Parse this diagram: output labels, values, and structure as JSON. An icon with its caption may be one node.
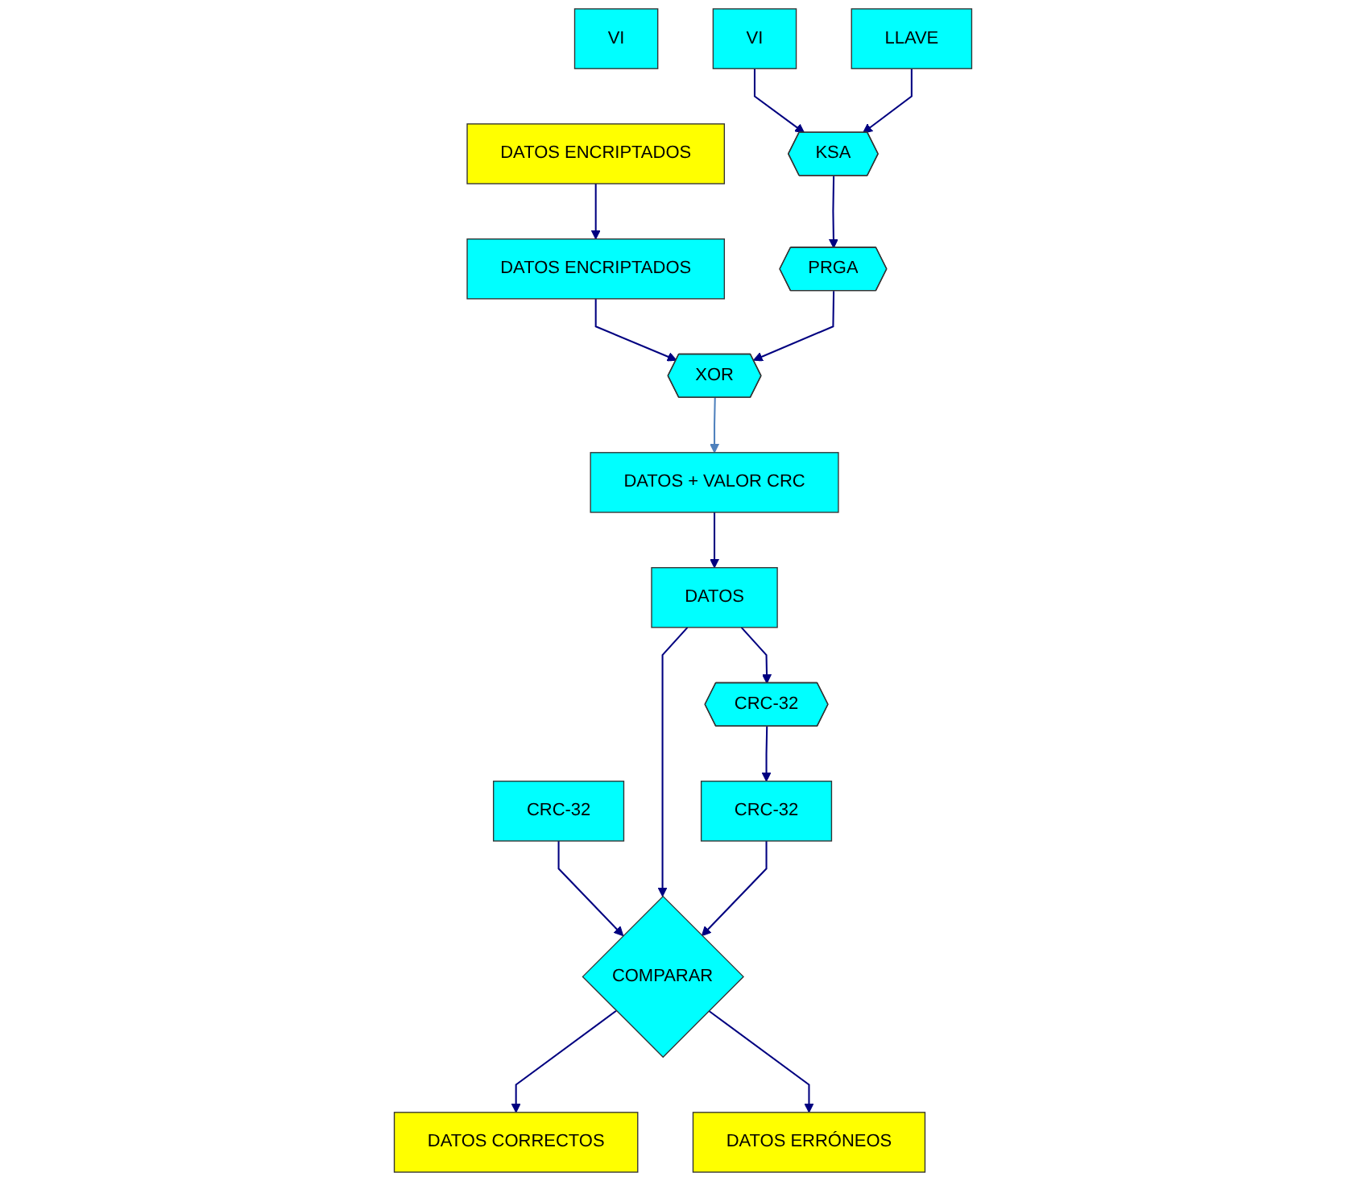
{
  "diagram": {
    "nodes": [
      {
        "text": [
          "VI"
        ]
      },
      {
        "text": [
          "DATOS ENCRIPTADOS"
        ]
      },
      {
        "text": [
          "VI"
        ]
      },
      {
        "text": [
          "LLAVE"
        ]
      },
      {
        "text": [
          "DATOS ENCRIPTADOS"
        ]
      },
      {
        "text": [
          "KSA"
        ]
      },
      {
        "text": [
          "PRGA"
        ]
      },
      {
        "text": [
          "XOR"
        ]
      },
      {
        "text": [
          "DATOS + VALOR CRC"
        ]
      },
      {
        "text": [
          "CRC-32"
        ]
      },
      {
        "text": [
          "DATOS CORRECTOS"
        ]
      },
      {
        "text": [
          "DATOS"
        ]
      },
      {
        "text": [
          "COMPARAR"
        ]
      },
      {
        "text": [
          "CRC-32"
        ]
      },
      {
        "text": [
          "CRC-32"
        ]
      },
      {
        "text": [
          "DATOS ERRÓNEOS"
        ]
      }
    ],
    "edges": [
      {
        "from": 1,
        "to": 4,
        "arrow": "to"
      },
      {
        "from": 2,
        "to": 5,
        "arrow": "to"
      },
      {
        "from": 3,
        "to": 5,
        "arrow": "to"
      },
      {
        "from": 4,
        "to": 7,
        "arrow": "to"
      },
      {
        "from": 5,
        "to": 6,
        "arrow": "to"
      },
      {
        "from": 6,
        "to": 7,
        "arrow": "to"
      },
      {
        "from": 7,
        "to": 8,
        "arrow": "to",
        "color": "#4f81bd"
      },
      {
        "from": 8,
        "to": 11,
        "arrow": "to"
      },
      {
        "from": 9,
        "to": 12,
        "arrow": "to"
      },
      {
        "from": 11,
        "to": 12,
        "arrow": "to"
      },
      {
        "from": 11,
        "to": 13,
        "arrow": "to"
      },
      {
        "from": 13,
        "to": 14,
        "arrow": "to"
      },
      {
        "from": 14,
        "to": 12,
        "arrow": "to"
      },
      {
        "from": 12,
        "to": 10,
        "arrow": "to"
      },
      {
        "from": 12,
        "to": 15,
        "arrow": "to"
      }
    ]
  }
}
